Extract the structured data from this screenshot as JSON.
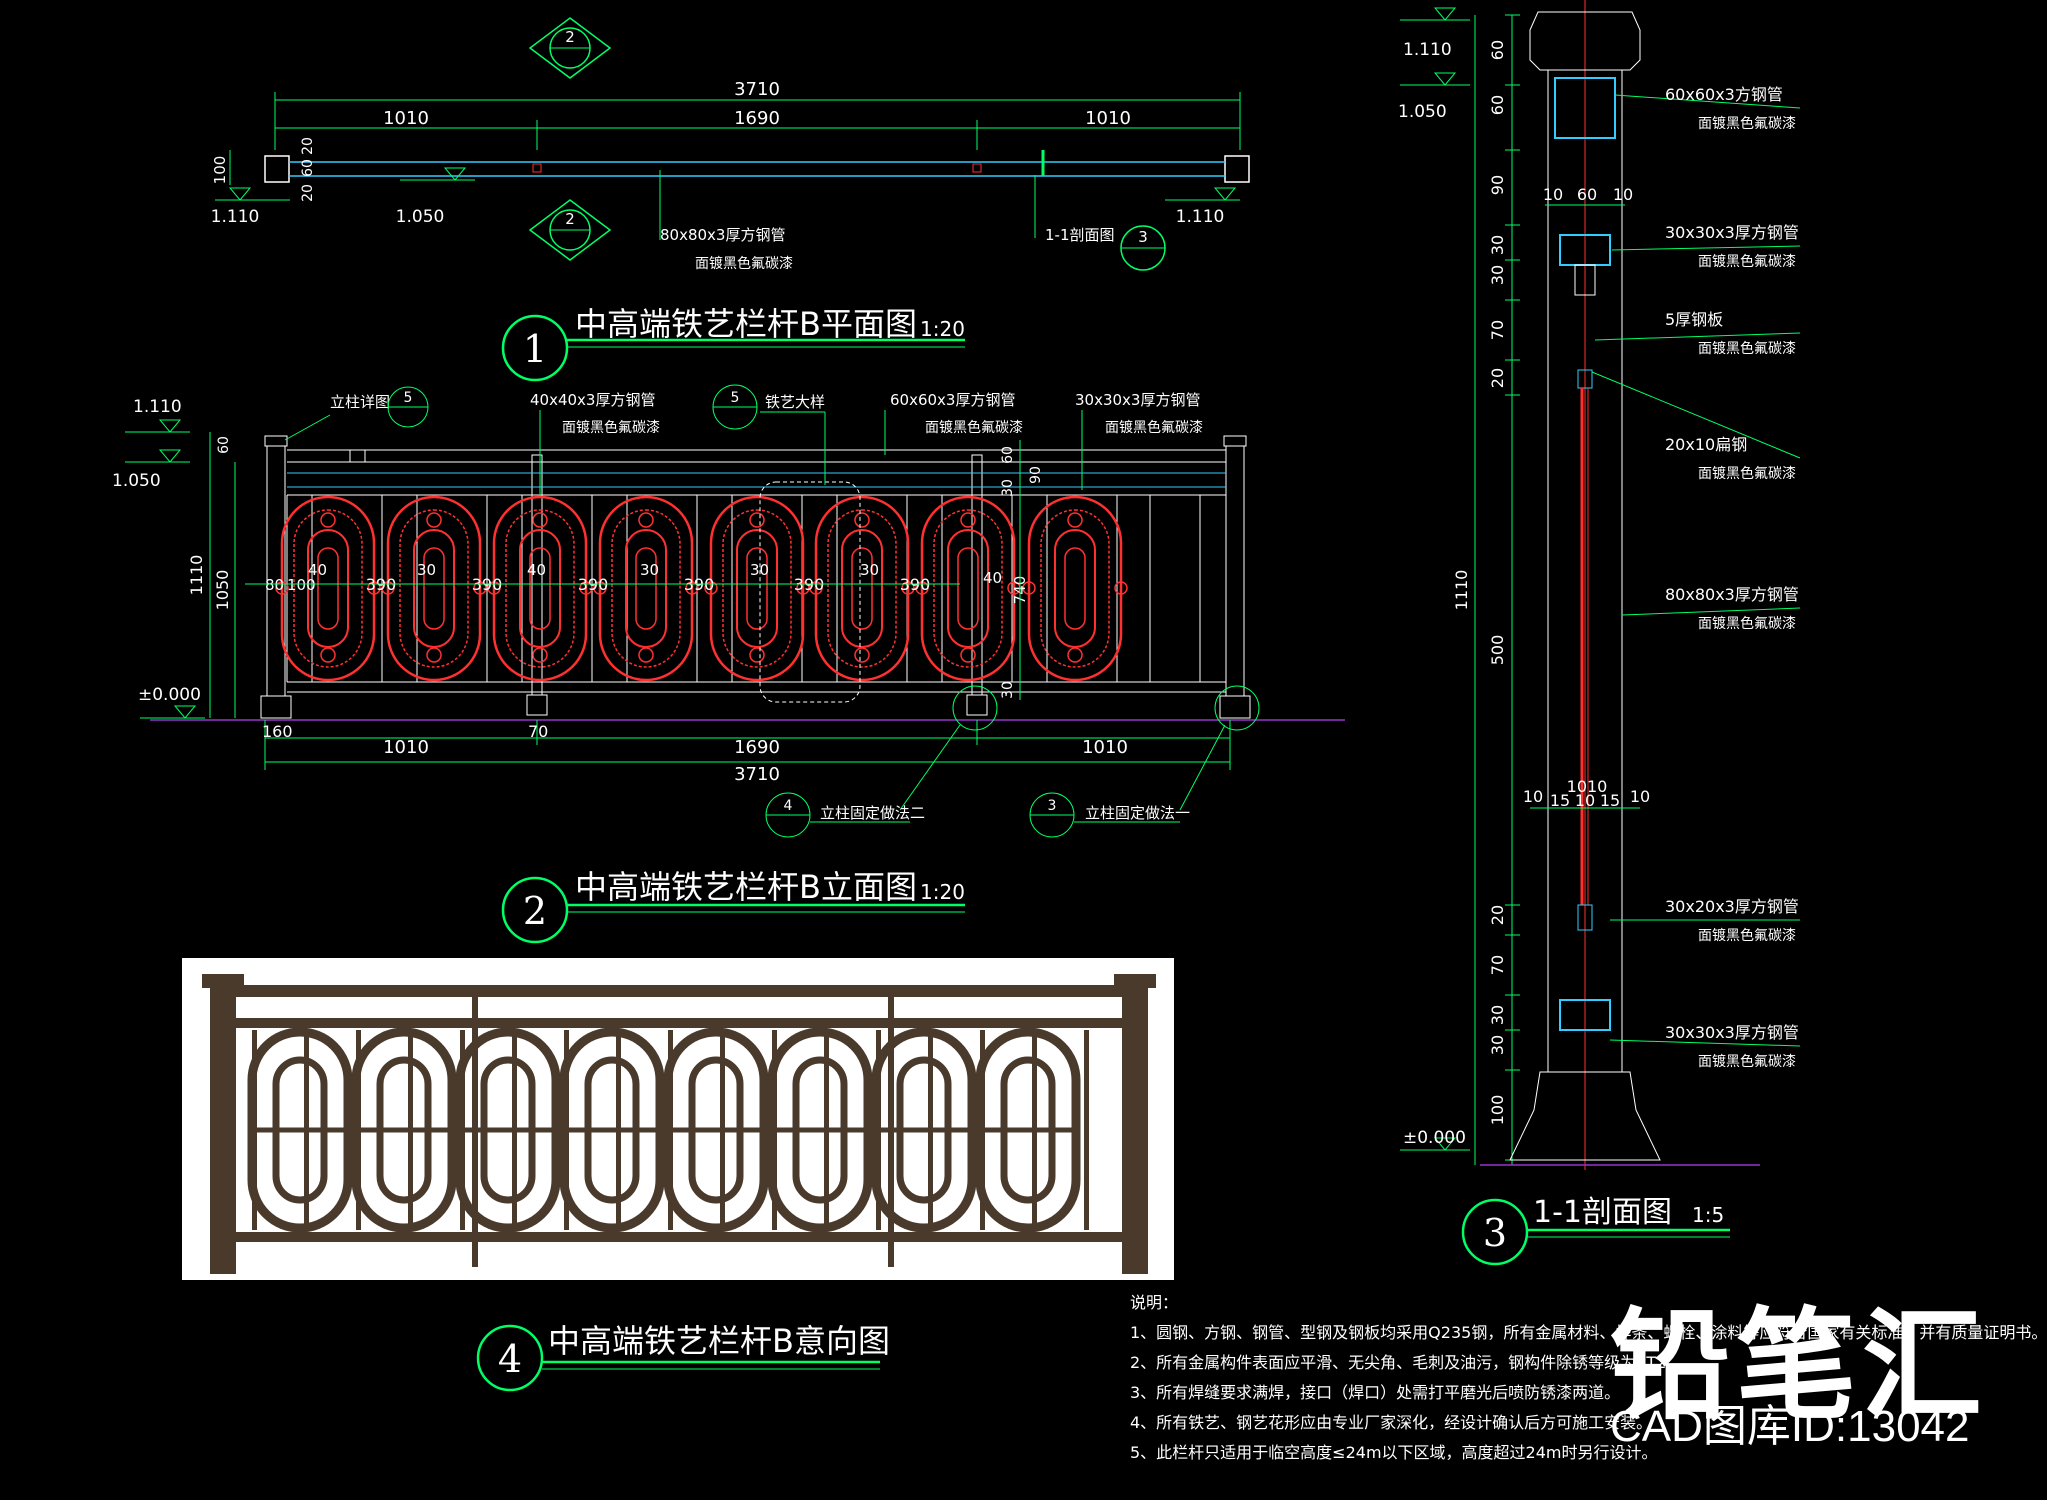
{
  "colors": {
    "bg": "#000000",
    "dim": "#00ff66",
    "text": "#ffffff",
    "cyan": "#33ccff",
    "red": "#ff3030",
    "bronze": "#4a3a2c",
    "imgbg": "#ffffff"
  },
  "plan": {
    "title": "中高端铁艺栏杆B平面图",
    "scale": "1:20",
    "num": "1",
    "total": "3710",
    "seg1": "1010",
    "seg2": "1690",
    "seg3": "1010",
    "h100": "100",
    "h20a": "20",
    "h60": "60",
    "h20b": "20",
    "lvl_left": "1.110",
    "lvl_mid": "1.050",
    "lvl_right": "1.110",
    "note_tube": "80x80x3厚方钢管",
    "note_coat": "面镀黑色氟碳漆",
    "section_label": "1-1剖面图",
    "section_num": "3",
    "callout_num": "2"
  },
  "elev": {
    "title": "中高端铁艺栏杆B立面图",
    "scale": "1:20",
    "num": "2",
    "lvl_top": "1.110",
    "lvl_mid": "1.050",
    "lvl_zero": "±0.000",
    "l_detail": "立柱详图",
    "l_detail_num": "5",
    "l_tube40": "40x40x3厚方钢管",
    "l_coat": "面镀黑色氟碳漆",
    "l_iron": "铁艺大样",
    "l_iron_num": "5",
    "l_tube60": "60x60x3厚方钢管",
    "l_tube30": "30x30x3厚方钢管",
    "v60": "60",
    "v30": "30",
    "v90": "90",
    "v740": "740",
    "v30b": "30",
    "v1110": "1110",
    "v1050": "1050",
    "h80": "80",
    "h100": "100",
    "h40": "40",
    "h30": "30",
    "h390": "390",
    "b160": "160",
    "b70": "70",
    "b1010a": "1010",
    "b1690": "1690",
    "b1010b": "1010",
    "b3710": "3710",
    "fix2_num": "4",
    "fix2": "立柱固定做法二",
    "fix1_num": "3",
    "fix1": "立柱固定做法一"
  },
  "section": {
    "title": "1-1剖面图",
    "scale": "1:5",
    "num": "3",
    "lvl_top": "1.110",
    "lvl_mid": "1.050",
    "lvl_zero": "±0.000",
    "d60a": "60",
    "d60b": "60",
    "d90": "90",
    "d30a": "30",
    "d30b": "30",
    "d70a": "70",
    "d20a": "20",
    "d1110": "1110",
    "d500": "500",
    "d20b": "20",
    "d70b": "70",
    "d30c": "30",
    "d30d": "30",
    "d100": "100",
    "w10a": "10",
    "w60": "60",
    "w10b": "10",
    "b1010": "1010",
    "b10a": "10",
    "b15a": "15",
    "b10b": "10",
    "b15b": "15",
    "b10c": "10",
    "labels": [
      {
        "t": "60x60x3方钢管",
        "c": "面镀黑色氟碳漆"
      },
      {
        "t": "30x30x3厚方钢管",
        "c": "面镀黑色氟碳漆"
      },
      {
        "t": "5厚钢板",
        "c": "面镀黑色氟碳漆"
      },
      {
        "t": "20x10扁钢",
        "c": "面镀黑色氟碳漆"
      },
      {
        "t": "80x80x3厚方钢管",
        "c": "面镀黑色氟碳漆"
      },
      {
        "t": "30x20x3厚方钢管",
        "c": "面镀黑色氟碳漆"
      },
      {
        "t": "30x30x3厚方钢管",
        "c": "面镀黑色氟碳漆"
      }
    ]
  },
  "render": {
    "title": "中高端铁艺栏杆B意向图",
    "num": "4"
  },
  "notes": {
    "head": "说明：",
    "items": [
      "1、圆钢、方钢、钢管、型钢及钢板均采用Q235钢，所有金属材料、焊条、螺栓、涂料等应符合国家有关标准，并有质量证明书。",
      "2、所有金属构件表面应平滑、无尖角、毛刺及油污，钢构件除锈等级为ST2。",
      "3、所有焊缝要求满焊，接口（焊口）处需打平磨光后喷防锈漆两道。",
      "4、所有铁艺、钢艺花形应由专业厂家深化，经设计确认后方可施工安装。",
      "5、此栏杆只适用于临空高度≤24m以下区域，高度超过24m时另行设计。"
    ]
  },
  "watermark": {
    "logo": "铅笔汇",
    "id": "CAD图库ID:13042"
  }
}
